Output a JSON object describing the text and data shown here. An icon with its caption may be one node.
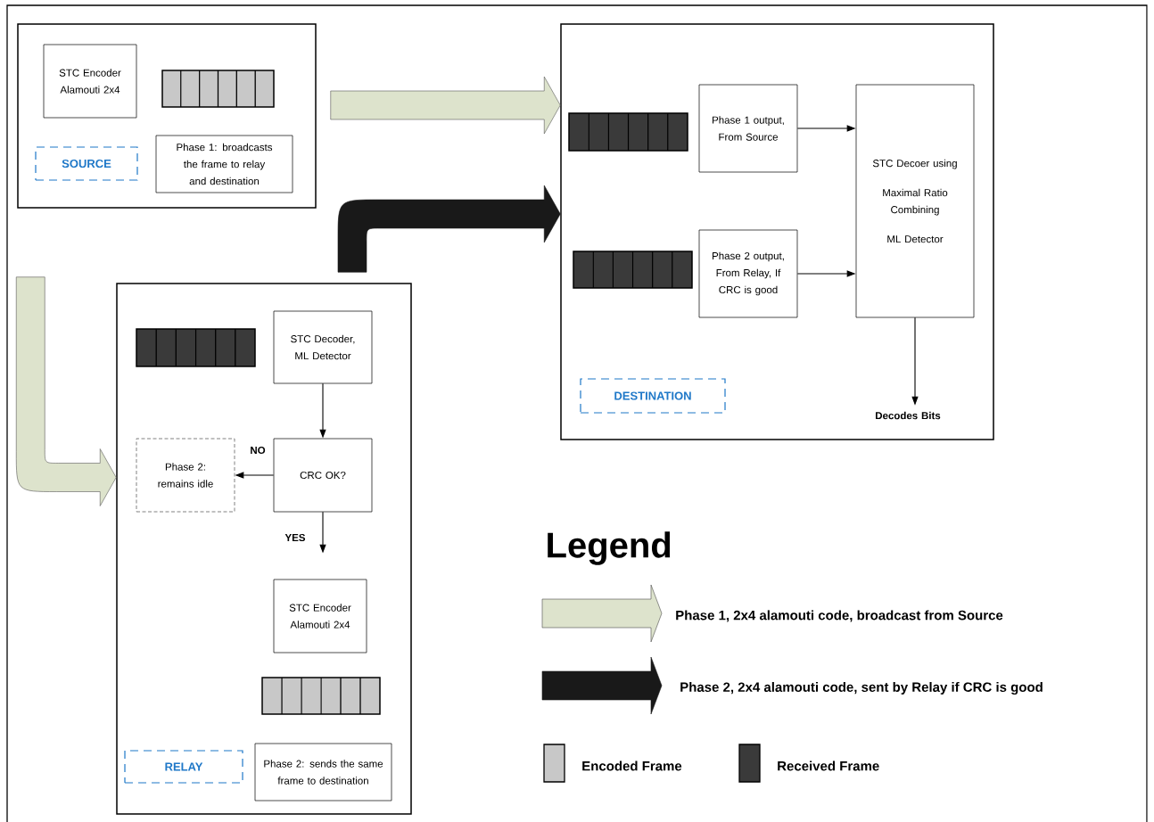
{
  "diagram": {
    "nodes": [
      {
        "text": [],
        "shape": "box"
      },
      {
        "text": [
          "STC Encoder Alamouti 2x4"
        ],
        "in": 0
      },
      {
        "text": [],
        "shape": "bar",
        "in": 0
      },
      {
        "text": [
          "SOURCE"
        ],
        "in": 0
      },
      {
        "text": [
          "Phase 1: broadcasts the frame to relay and destination"
        ],
        "in": 0
      },
      {
        "text": [],
        "shape": "box"
      },
      {
        "text": [],
        "shape": "bar",
        "in": 5
      },
      {
        "text": [
          "Phase 1 output, From Source"
        ],
        "in": 5
      },
      {
        "text": [
          "STC Decoer using",
          "Maximal Ratio Combining",
          "ML Detector"
        ],
        "in": 5
      },
      {
        "text": [],
        "shape": "bar",
        "in": 5
      },
      {
        "text": [
          "Phase 2 output, From Relay, If CRC is good"
        ],
        "in": 5
      },
      {
        "text": [
          "DESTINATION"
        ],
        "in": 5
      },
      {
        "text": [
          "Decodes Bits"
        ],
        "in": 5
      },
      {
        "text": [],
        "shape": "box"
      },
      {
        "text": [],
        "shape": "bar",
        "in": 13
      },
      {
        "text": [
          "STC Decoder, ML Detector"
        ],
        "in": 13
      },
      {
        "text": [
          "Phase 2: remains idle"
        ],
        "in": 13
      },
      {
        "text": [
          "CRC OK?"
        ],
        "in": 13
      },
      {
        "text": [
          "STC Encoder Alamouti 2x4"
        ],
        "in": 13
      },
      {
        "text": [],
        "shape": "bar",
        "in": 13
      },
      {
        "text": [
          "RELAY"
        ],
        "in": 13
      },
      {
        "text": [
          "Phase 2: sends the same frame to destination"
        ],
        "in": 13
      }
    ],
    "edges": [
      {
        "from": 0,
        "to": 5,
        "arrow": "to",
        "style": "thick",
        "color": "#dde3cc"
      },
      {
        "from": 0,
        "to": 13,
        "arrow": "to",
        "style": "thick",
        "color": "#dde3cc"
      },
      {
        "from": 13,
        "to": 5,
        "arrow": "to",
        "style": "thick"
      },
      {
        "from": 7,
        "to": 8,
        "arrow": "to"
      },
      {
        "from": 10,
        "to": 8,
        "arrow": "to"
      },
      {
        "from": 8,
        "to": 12,
        "arrow": "to"
      },
      {
        "from": 15,
        "to": 17,
        "arrow": "to"
      },
      {
        "from": 17,
        "to": 16,
        "arrow": "to",
        "label": "NO"
      },
      {
        "from": 17,
        "to": 18,
        "arrow": "to",
        "label": "YES"
      }
    ],
    "labels": [
      "Legend"
    ],
    "legend": [
      {
        "text": "Phase 1, 2x4 alamouti code, broadcast from Source"
      },
      {
        "text": "Phase 2, 2x4 alamouti code, sent by Relay if CRC is good"
      },
      {
        "text": "Encoded Frame"
      },
      {
        "text": "Received Frame"
      }
    ]
  }
}
